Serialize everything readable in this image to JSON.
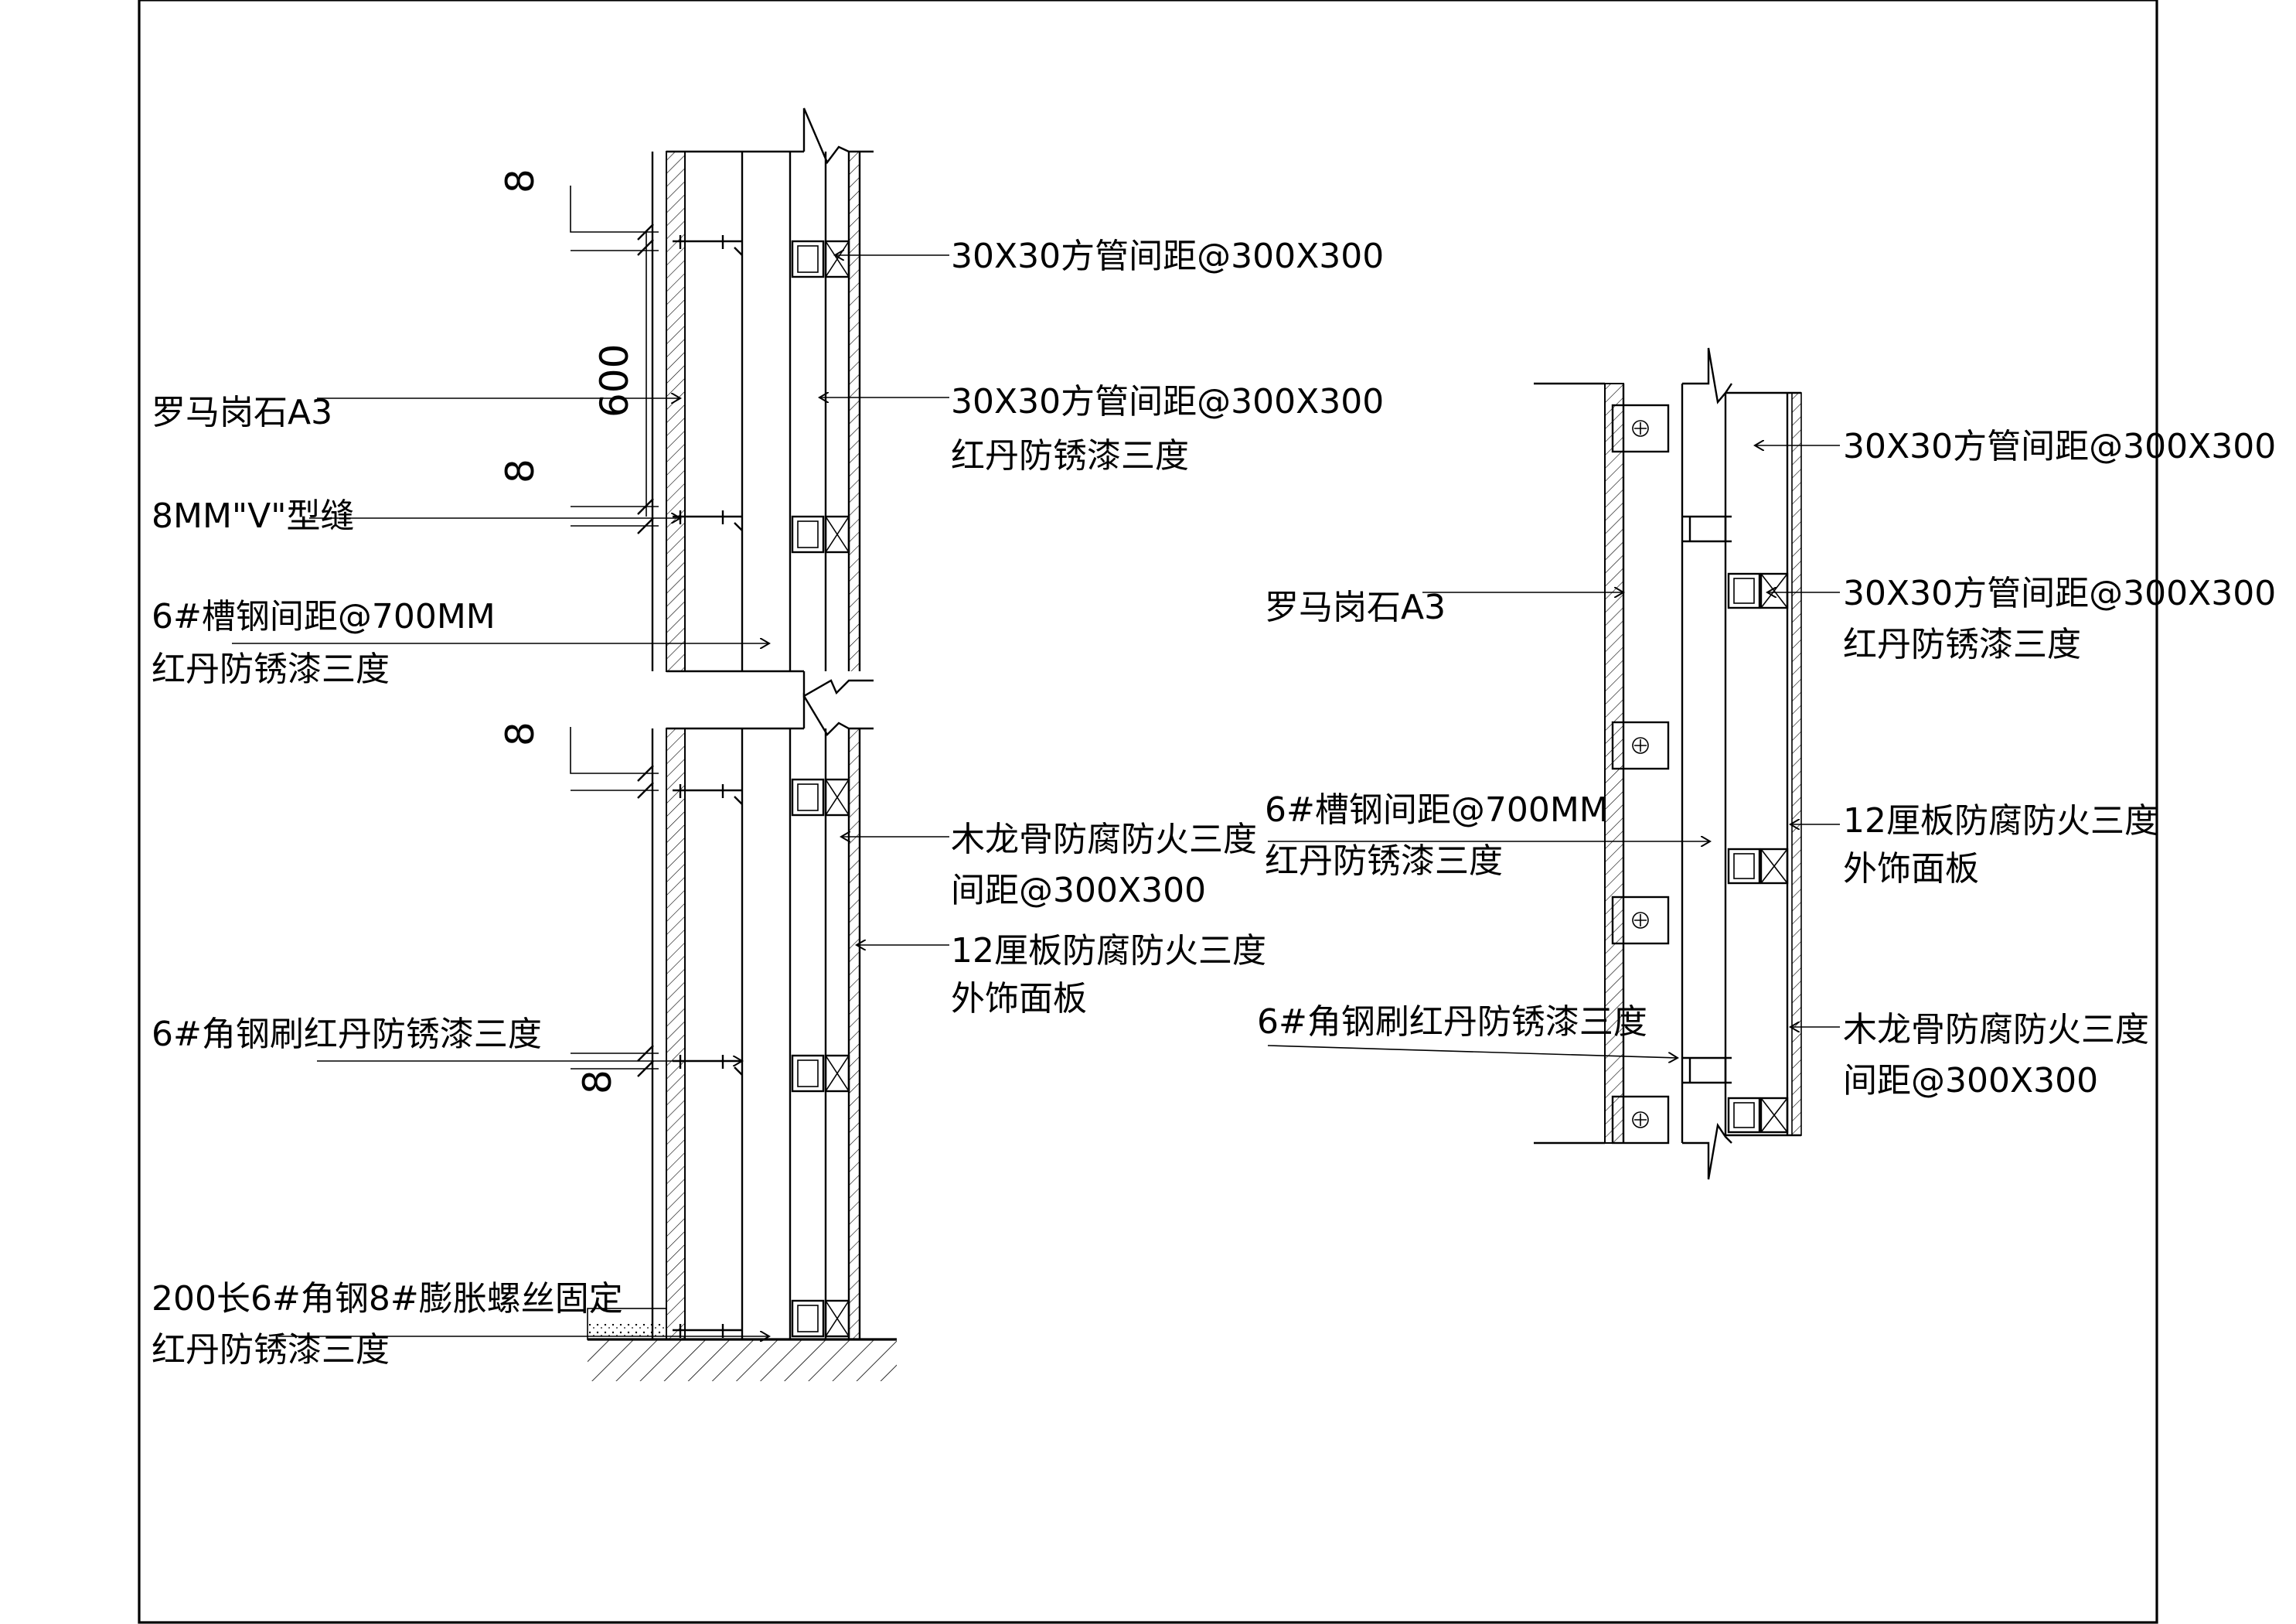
{
  "left_detail": {
    "labels": {
      "stone": "罗马岗石A3",
      "v_joint": "8MM\"V\"型缝",
      "channel_line1": "6#槽钢间距@700MM",
      "channel_line2": "红丹防锈漆三度",
      "angle": "6#角钢刷红丹防锈漆三度",
      "anchor_line1": "200长6#角钢8#膨胀螺丝固定",
      "anchor_line2": "红丹防锈漆三度",
      "tube1": "30X30方管间距@300X300",
      "tube2_line1": "30X30方管间距@300X300",
      "tube2_line2": "红丹防锈漆三度",
      "keel_line1": "木龙骨防腐防火三度",
      "keel_line2": "间距@300X300",
      "board_line1": "12厘板防腐防火三度",
      "board_line2": "外饰面板"
    },
    "dimensions": {
      "d1": "8",
      "d2": "600",
      "d3": "8",
      "d4": "8",
      "d5": "8"
    }
  },
  "right_detail": {
    "labels": {
      "stone": "罗马岗石A3",
      "channel_line1": "6#槽钢间距@700MM",
      "channel_line2": "红丹防锈漆三度",
      "angle": "6#角钢刷红丹防锈漆三度",
      "tube1": "30X30方管间距@300X300",
      "tube2_line1": "30X30方管间距@300X300",
      "tube2_line2": "红丹防锈漆三度",
      "board_line1": "12厘板防腐防火三度",
      "board_line2": "外饰面板",
      "keel_line1": "木龙骨防腐防火三度",
      "keel_line2": "间距@300X300"
    }
  }
}
